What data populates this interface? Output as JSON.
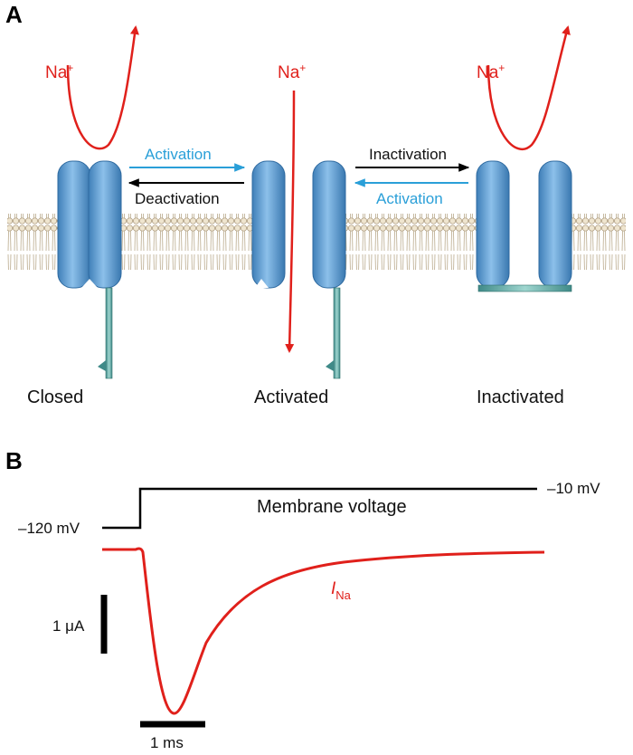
{
  "panels": {
    "a": "A",
    "b": "B"
  },
  "ion": {
    "label": "Na",
    "charge": "+"
  },
  "states": {
    "closed": "Closed",
    "activated": "Activated",
    "inactivated": "Inactivated"
  },
  "transitions": {
    "activation_1": "Activation",
    "deactivation": "Deactivation",
    "inactivation": "Inactivation",
    "activation_2": "Activation"
  },
  "trace": {
    "holding": "–120 mV",
    "step": "–10 mV",
    "voltage_label": "Membrane voltage",
    "current_label": "I",
    "current_subscript": "Na",
    "scale_y": "1 μA",
    "scale_x": "1 ms"
  },
  "colors": {
    "red": "#e0201b",
    "blue_text": "#2a9fd8",
    "channel": "#5d9ccf",
    "black": "#000000"
  }
}
